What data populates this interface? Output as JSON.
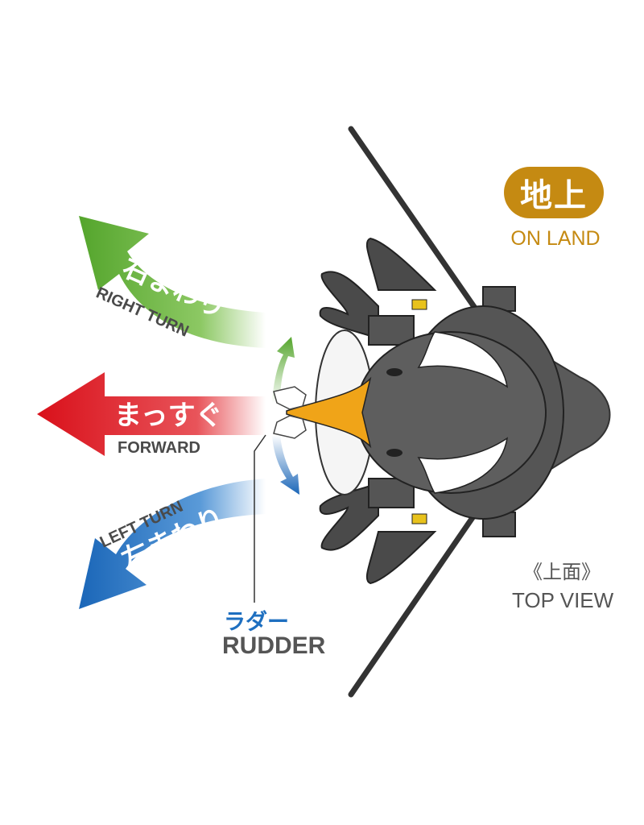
{
  "badge": {
    "text": "地上",
    "subtitle": "ON LAND",
    "color": "#c58a12"
  },
  "arrows": {
    "right": {
      "jp": "右まわり",
      "en": "RIGHT TURN",
      "color": "#5aa832"
    },
    "forward": {
      "jp": "まっすぐ",
      "en": "FORWARD",
      "color": "#e0141e"
    },
    "left": {
      "jp": "左まわり",
      "en": "LEFT TURN",
      "color": "#1e6fc0"
    }
  },
  "rudder": {
    "jp": "ラダー",
    "en": "RUDDER"
  },
  "view": {
    "jp": "《上面》",
    "en": "TOP VIEW"
  }
}
